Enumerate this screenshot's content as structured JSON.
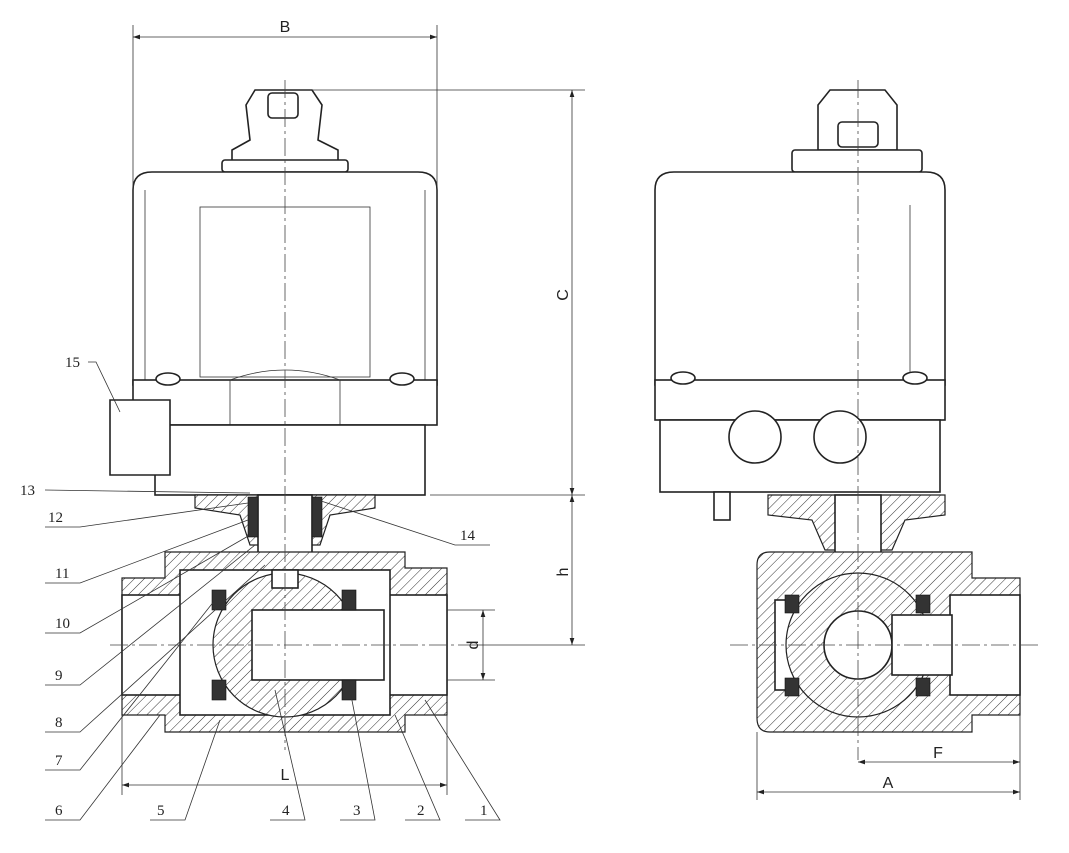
{
  "dimensions": {
    "B": "B",
    "C": "C",
    "h": "h",
    "d": "d",
    "L": "L",
    "A": "A",
    "F": "F"
  },
  "parts": [
    "1",
    "2",
    "3",
    "4",
    "5",
    "6",
    "7",
    "8",
    "9",
    "10",
    "11",
    "12",
    "13",
    "14",
    "15"
  ],
  "colors": {
    "line": "#222222",
    "background": "#ffffff"
  }
}
